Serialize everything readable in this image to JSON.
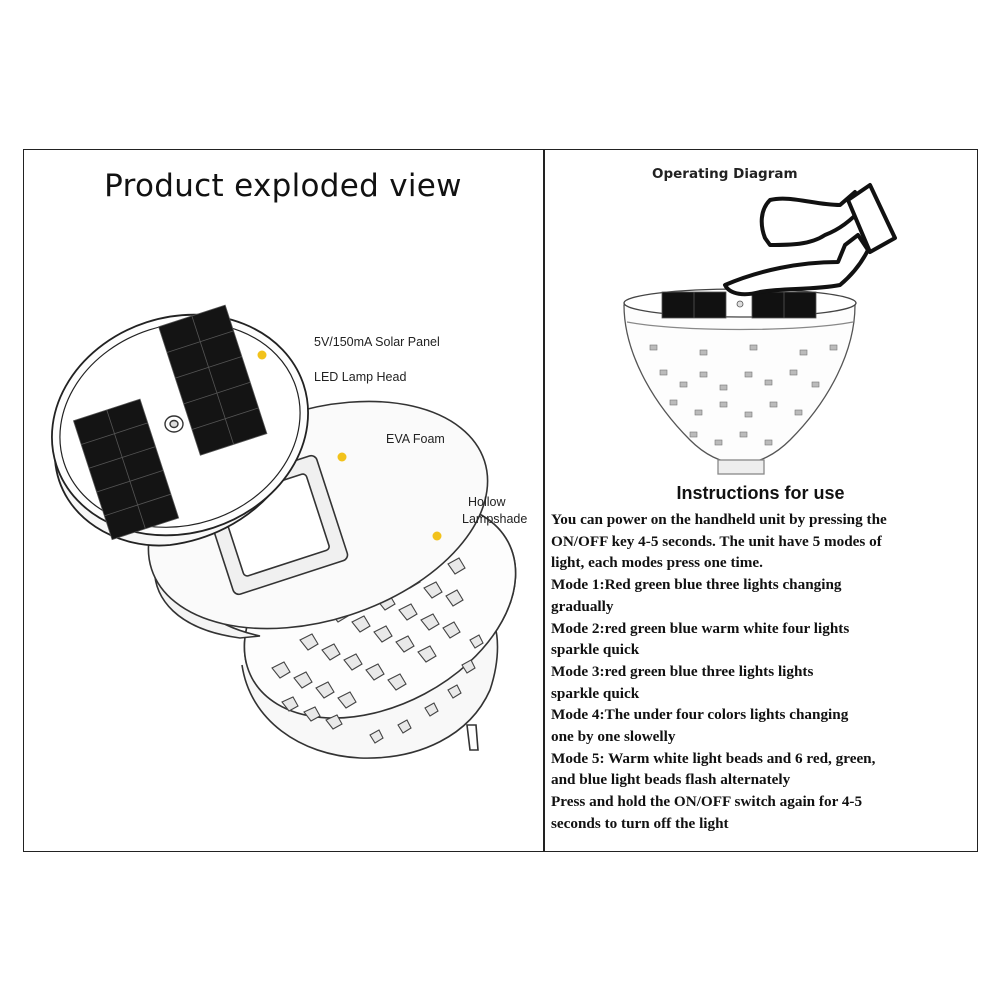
{
  "left_panel": {
    "title": "Product exploded view",
    "callouts": {
      "solar_panel": "5V/150mA Solar Panel",
      "lamp_head": "LED Lamp Head",
      "eva_foam": "EVA Foam",
      "lampshade_line1": "Hollow",
      "lampshade_line2": "Lampshade"
    }
  },
  "right_panel": {
    "diagram_title": "Operating Diagram",
    "instructions_heading": "Instructions for use",
    "instructions_lines": [
      "You can power on the handheld unit by pressing the",
      "ON/OFF key 4-5 seconds. The unit have 5 modes of",
      "light, each modes press one time.",
      "Mode 1:Red green blue three lights changing",
      "gradually",
      "Mode 2:red green blue warm white  four lights",
      "sparkle quick",
      "Mode 3:red green blue   three  lights lights",
      "sparkle quick",
      "Mode 4:The under four colors lights changing",
      "one by one slowelly",
      "Mode 5: Warm white light beads and 6 red, green,",
      "and blue light beads flash alternately",
      "Press and hold the ON/OFF switch again for 4-5",
      "seconds to turn off the light"
    ]
  },
  "colors": {
    "callout_dot": "#f2c21b",
    "line": "#222222",
    "panel": "#1a1a1a"
  }
}
